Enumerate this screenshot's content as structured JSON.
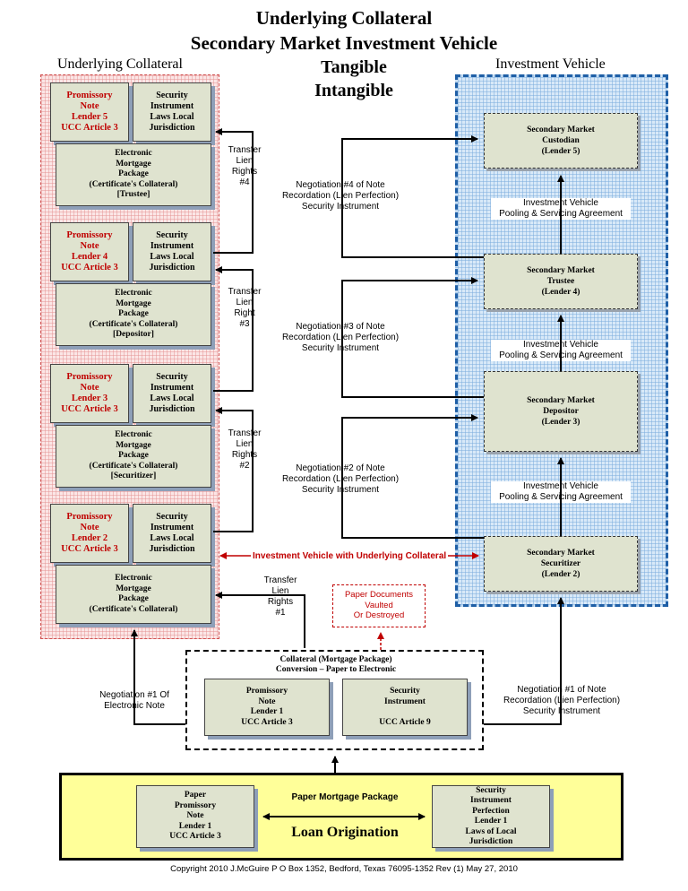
{
  "title_line1": "Underlying Collateral",
  "title_line2": "Secondary Market Investment Vehicle",
  "left_panel_label": "Underlying Collateral",
  "right_panel_label": "Investment Vehicle",
  "tag_tangible": "Tangible",
  "tag_intangible": "Intangible",
  "left_stack": [
    {
      "note": "Promissory\nNote\nLender 5\nUCC Article 3",
      "security": "Security\nInstrument\nLaws Local\nJurisdiction",
      "package": "Electronic\nMortgage\nPackage\n(Certificate's Collateral)\n[Trustee]"
    },
    {
      "note": "Promissory\nNote\nLender 4\nUCC Article 3",
      "security": "Security\nInstrument\nLaws Local\nJurisdiction",
      "package": "Electronic\nMortgage\nPackage\n(Certificate's Collateral)\n[Depositor]"
    },
    {
      "note": "Promissory\nNote\nLender 3\nUCC Article 3",
      "security": "Security\nInstrument\nLaws Local\nJurisdiction",
      "package": "Electronic\nMortgage\nPackage\n(Certificate's Collateral)\n[Securitizer]"
    },
    {
      "note": "Promissory\nNote\nLender 2\nUCC Article 3",
      "security": "Security\nInstrument\nLaws Local\nJurisdiction",
      "package": "Electronic\nMortgage\nPackage\n(Certificate's Collateral)"
    }
  ],
  "transfer_labels": [
    "Transfer\nLien\nRights\n#4",
    "Transfer\nLien\nRight\n#3",
    "Transfer\nLien\nRights\n#2",
    "Transfer\nLien\nRights\n#1"
  ],
  "negotiation_labels": [
    "Negotiation #4 of Note\nRecordation (Lien Perfection)\nSecurity Instrument",
    "Negotiation #3 of Note\nRecordation (Lien Perfection)\nSecurity Instrument",
    "Negotiation #2 of Note\nRecordation (Lien Perfection)\nSecurity Instrument"
  ],
  "market_boxes": [
    "Secondary Market\nCustodian\n(Lender 5)",
    "Secondary Market\nTrustee\n(Lender 4)",
    "Secondary Market\nDepositor\n(Lender 3)",
    "Secondary Market\nSecuritizer\n(Lender 2)"
  ],
  "pooling_label": "Investment Vehicle\nPooling & Servicing Agreement",
  "investment_vehicle_link": "Investment Vehicle with Underlying Collateral",
  "vaulted_label": "Paper Documents\nVaulted\nOr Destroyed",
  "conversion_title": "Collateral (Mortgage Package)\nConversion – Paper to Electronic",
  "conv_note": "Promissory\nNote\nLender 1\nUCC Article 3",
  "conv_security": "Security\nInstrument\n\nUCC Article 9",
  "negotiation1_electronic": "Negotiation #1 Of\nElectronic Note",
  "negotiation1_note": "Negotiation #1 of Note\nRecordation (Lien Perfection)\nSecurity Instrument",
  "paper_package_label": "Paper Mortgage Package",
  "loan_origination": "Loan Origination",
  "paper_note": "Paper\nPromissory\nNote\nLender 1\nUCC Article 3",
  "paper_security": "Security\nInstrument\nPerfection\nLender 1\nLaws of Local\nJurisdiction",
  "copyright": "Copyright  2010  J.McGuire  P O Box 1352, Bedford, Texas   76095-1352   Rev (1) May 27, 2010",
  "colors": {
    "red": "#c00000",
    "blue_border": "#1f5fa6",
    "yellow": "#ffff99",
    "box_fill": "#dfe3cf"
  }
}
